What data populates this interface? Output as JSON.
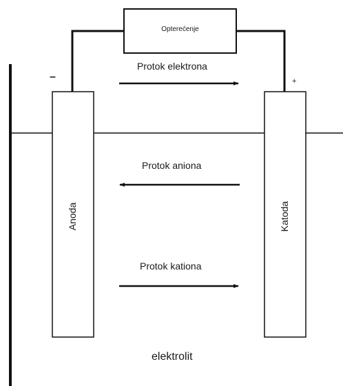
{
  "labels": {
    "load": "Opterećenje",
    "electron_flow": "Protok elektrona",
    "anion_flow": "Protok aniona",
    "cation_flow": "Protok kationa",
    "anode": "Anoda",
    "cathode": "Katoda",
    "electrolyte": "elektrolit",
    "negative_terminal": "–",
    "positive_terminal": "+"
  }
}
